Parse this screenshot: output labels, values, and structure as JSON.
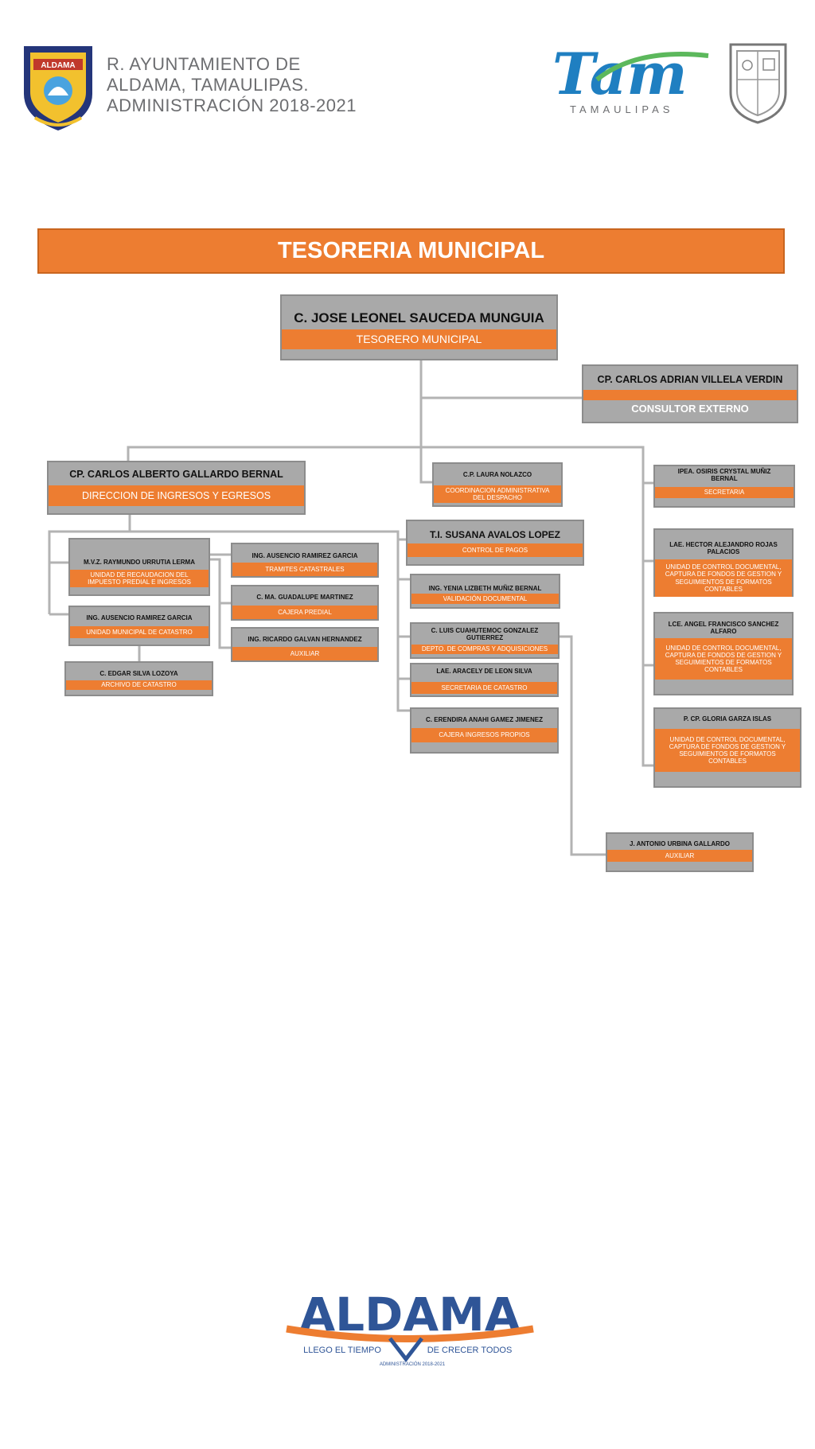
{
  "header": {
    "org_text": "R. AYUNTAMIENTO DE\nALDAMA, TAMAULIPAS.\nADMINISTRACIÓN  2018-2021",
    "left_logo_text": "ALDAMA",
    "tam_logo_text": "Tam",
    "tam_logo_sub": "TAMAULIPAS"
  },
  "title": "TESORERIA MUNICIPAL",
  "nodes": {
    "tesorero": {
      "name": "C. JOSE LEONEL SAUCEDA MUNGUIA",
      "role": "TESORERO MUNICIPAL"
    },
    "consultor": {
      "name": "CP. CARLOS ADRIAN VILLELA VERDIN",
      "role": "CONSULTOR EXTERNO"
    },
    "direccion": {
      "name": "CP. CARLOS ALBERTO GALLARDO BERNAL",
      "role": "DIRECCION DE INGRESOS Y EGRESOS"
    },
    "coordinacion": {
      "name": "C.P. LAURA NOLAZCO",
      "role": "COORDINACION ADMINISTRATIVA DEL DESPACHO"
    },
    "secretaria": {
      "name": "IPEA. OSIRIS CRYSTAL MUÑIZ BERNAL",
      "role": "SECRETARIA"
    },
    "control_pagos": {
      "name": "T.I. SUSANA AVALOS LOPEZ",
      "role": "CONTROL DE PAGOS"
    },
    "recaudacion": {
      "name": "M.V.Z. RAYMUNDO URRUTIA LERMA",
      "role": "UNIDAD DE RECAUDACION DEL IMPUESTO PREDIAL  E INGRESOS"
    },
    "tramites": {
      "name": "ING. AUSENCIO RAMIREZ GARCIA",
      "role": "TRAMITES CATASTRALES"
    },
    "cajera_predial": {
      "name": "C. MA. GUADALUPE MARTINEZ",
      "role": "CAJERA PREDIAL"
    },
    "catastro_unidad": {
      "name": "ING. AUSENCIO RAMIREZ GARCIA",
      "role": "UNIDAD MUNICIPAL DE CATASTRO"
    },
    "auxiliar_catastro": {
      "name": "ING. RICARDO GALVAN HERNANDEZ",
      "role": "AUXILIAR"
    },
    "archivo": {
      "name": "C. EDGAR SILVA LOZOYA",
      "role": "ARCHIVO DE CATASTRO"
    },
    "validacion": {
      "name": "ING. YENIA LIZBETH MUÑIZ BERNAL",
      "role": "VALIDACIÓN DOCUMENTAL"
    },
    "compras": {
      "name": "C. LUIS CUAHUTEMOC GONZALEZ GUTIERREZ",
      "role": "DEPTO. DE COMPRAS Y ADQUISICIONES"
    },
    "secretaria_catastro": {
      "name": "LAE. ARACELY DE LEON SILVA",
      "role": "SECRETARIA DE CATASTRO"
    },
    "cajera_ingresos": {
      "name": "C. ERENDIRA ANAHI GAMEZ JIMENEZ",
      "role": "CAJERA INGRESOS PROPIOS"
    },
    "ucd1": {
      "name": "LAE. HECTOR ALEJANDRO ROJAS PALACIOS",
      "role": "UNIDAD DE CONTROL DOCUMENTAL, CAPTURA DE FONDOS DE GESTION Y SEGUIMIENTOS DE FORMATOS CONTABLES"
    },
    "ucd2": {
      "name": "LCE. ANGEL FRANCISCO SANCHEZ ALFARO",
      "role": "UNIDAD DE CONTROL DOCUMENTAL, CAPTURA DE FONDOS DE GESTION Y SEGUIMIENTOS DE FORMATOS CONTABLES"
    },
    "ucd3": {
      "name": "P. CP. GLORIA GARZA ISLAS",
      "role": "UNIDAD DE CONTROL DOCUMENTAL, CAPTURA DE FONDOS DE GESTION Y SEGUIMIENTOS DE FORMATOS CONTABLES"
    },
    "auxiliar_compras": {
      "name": "J. ANTONIO URBINA GALLARDO",
      "role": "AUXILIAR"
    }
  },
  "footer": {
    "logo_text": "ALDAMA",
    "slogan_left": "LLEGO EL TIEMPO",
    "slogan_right": "DE CRECER TODOS",
    "admin_text": "ADMINISTRACIÓN 2018-2021"
  },
  "colors": {
    "orange": "#ed7d31",
    "gray": "#a9a9a9",
    "line": "#b3b3b3",
    "blue": "#2f5597"
  }
}
